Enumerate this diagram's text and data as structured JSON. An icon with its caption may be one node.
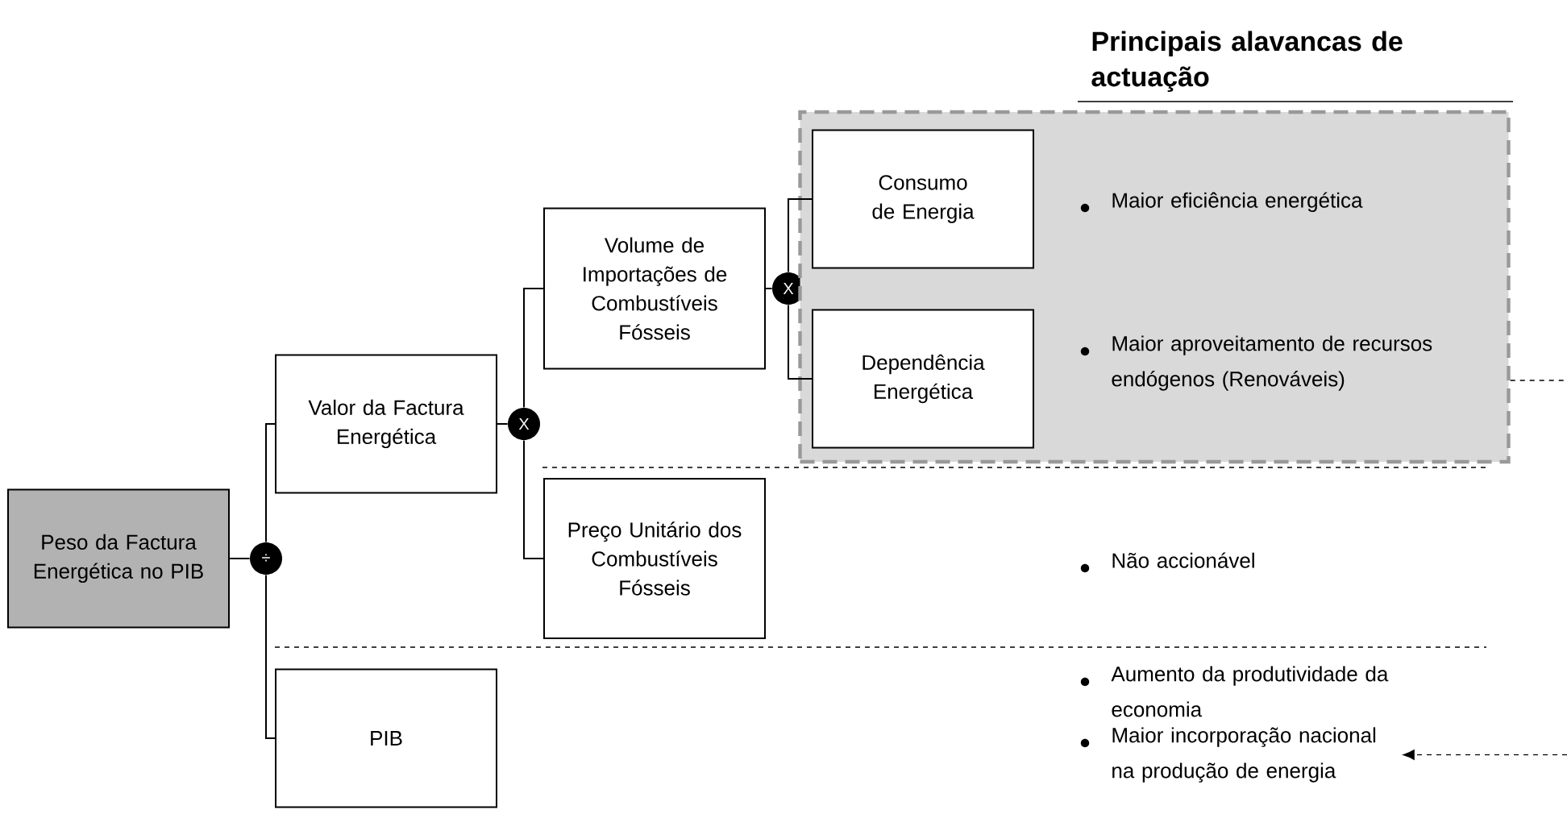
{
  "diagram": {
    "title": "Principais alavancas de actuação",
    "nodes": [
      {
        "text": [
          "Peso da Factura Energética no PIB"
        ]
      },
      {
        "text": [
          "÷"
        ]
      },
      {
        "text": [
          "Valor da Factura Energética"
        ]
      },
      {
        "text": [
          "PIB"
        ]
      },
      {
        "text": [
          "X"
        ]
      },
      {
        "text": [
          "Volume de Importações de Combustíveis Fósseis"
        ]
      },
      {
        "text": [
          "Preço Unitário dos Combustíveis Fósseis"
        ]
      },
      {
        "text": [
          "X"
        ]
      },
      {
        "text": [],
        "shape": "box"
      },
      {
        "text": [
          "Consumo de Energia"
        ],
        "in": 8
      },
      {
        "text": [
          "Dependência Energética"
        ],
        "in": 8
      },
      {
        "text": [
          "Maior incorporação nacional na produção de energia"
        ]
      }
    ],
    "edges": [
      {
        "from": 0,
        "to": 1,
        "arrow": "none"
      },
      {
        "from": 1,
        "to": 2,
        "arrow": "none"
      },
      {
        "from": 1,
        "to": 3,
        "arrow": "none"
      },
      {
        "from": 2,
        "to": 4,
        "arrow": "none"
      },
      {
        "from": 4,
        "to": 5,
        "arrow": "none"
      },
      {
        "from": 4,
        "to": 6,
        "arrow": "none"
      },
      {
        "from": 5,
        "to": 7,
        "arrow": "none"
      },
      {
        "from": 7,
        "to": 9,
        "arrow": "none"
      },
      {
        "from": 7,
        "to": 10,
        "arrow": "none"
      },
      {
        "from": 8,
        "to": null,
        "arrow": "none",
        "style": "dashed"
      },
      {
        "from": null,
        "to": 11,
        "arrow": "to",
        "style": "dashed"
      }
    ],
    "labels": [
      "Maior eficiência energética",
      "Maior aproveitamento de recursos endógenos (Renováveis)",
      "Não accionável",
      "Aumento da produtividade da economia"
    ]
  }
}
